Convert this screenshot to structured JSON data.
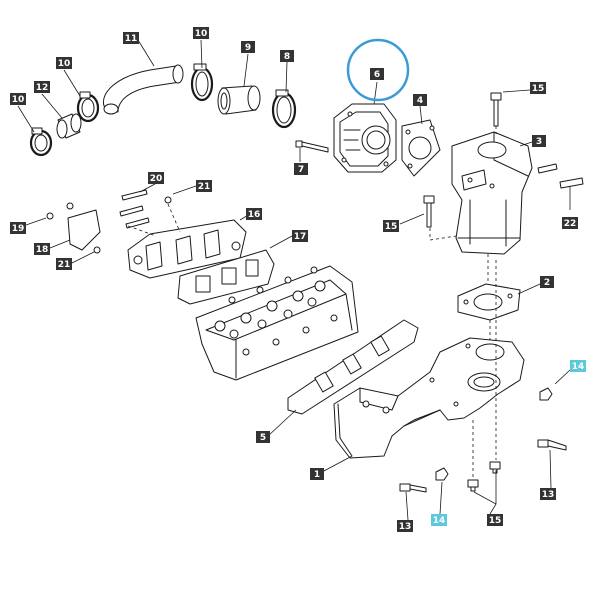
{
  "colors": {
    "background": "#ffffff",
    "line": "#1a1a1a",
    "callout_box": "#333333",
    "callout_text": "#ffffff",
    "highlight_box": "#5bc8dc",
    "highlight_ring": "#3b9bd6"
  },
  "callouts": [
    {
      "id": "c11",
      "label": "11"
    },
    {
      "id": "c10a",
      "label": "10"
    },
    {
      "id": "c9",
      "label": "9"
    },
    {
      "id": "c8",
      "label": "8"
    },
    {
      "id": "c6",
      "label": "6",
      "ring": true
    },
    {
      "id": "c10b",
      "label": "10"
    },
    {
      "id": "c12",
      "label": "12"
    },
    {
      "id": "c10c",
      "label": "10"
    },
    {
      "id": "c4",
      "label": "4"
    },
    {
      "id": "c15a",
      "label": "15"
    },
    {
      "id": "c3",
      "label": "3"
    },
    {
      "id": "c7",
      "label": "7"
    },
    {
      "id": "c20",
      "label": "20"
    },
    {
      "id": "c21a",
      "label": "21"
    },
    {
      "id": "c16",
      "label": "16"
    },
    {
      "id": "c17",
      "label": "17"
    },
    {
      "id": "c19",
      "label": "19"
    },
    {
      "id": "c18",
      "label": "18"
    },
    {
      "id": "c21b",
      "label": "21"
    },
    {
      "id": "c15b",
      "label": "15"
    },
    {
      "id": "c22",
      "label": "22"
    },
    {
      "id": "c2",
      "label": "2"
    },
    {
      "id": "c14a",
      "label": "14",
      "highlight": true
    },
    {
      "id": "c5",
      "label": "5"
    },
    {
      "id": "c1",
      "label": "1"
    },
    {
      "id": "c13a",
      "label": "13"
    },
    {
      "id": "c13b",
      "label": "13"
    },
    {
      "id": "c14b",
      "label": "14",
      "highlight": true
    },
    {
      "id": "c15c",
      "label": "15"
    }
  ]
}
